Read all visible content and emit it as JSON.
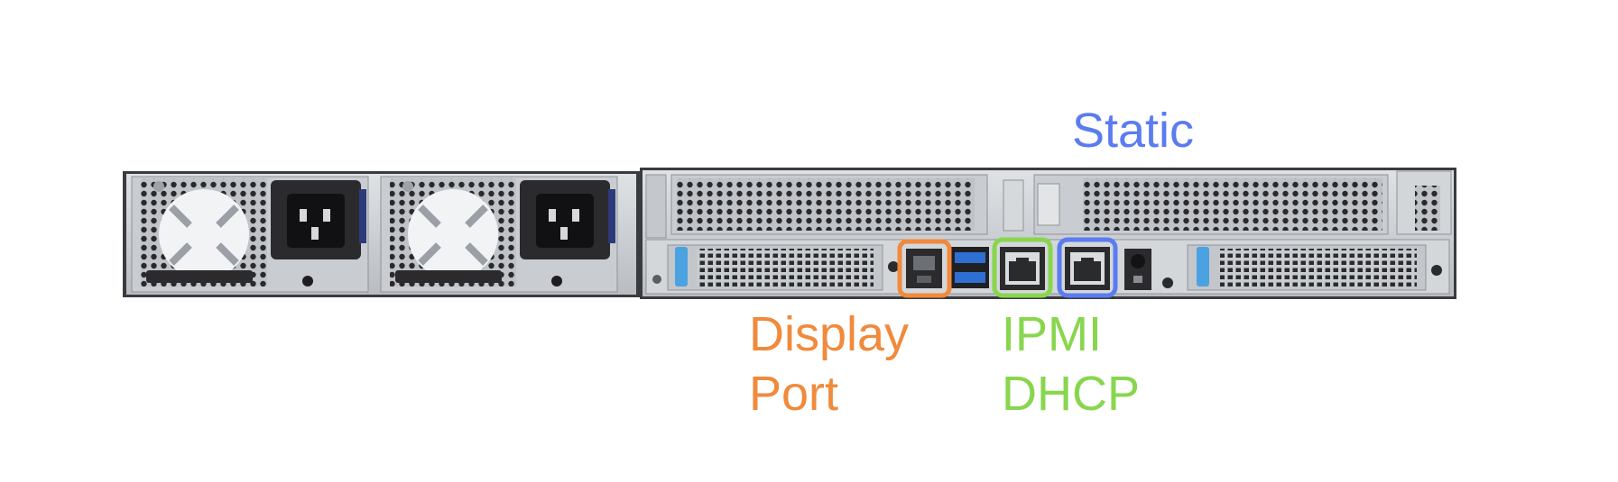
{
  "annotations": {
    "display_port": {
      "line1": "Display",
      "line2": "Port",
      "color": "#F08A3C",
      "icon": "mini-displayport-connector"
    },
    "ipmi": {
      "line1": "IPMI",
      "line2": "DHCP",
      "color": "#88D64E",
      "icon": "rj45-port"
    },
    "static": {
      "label": "Static",
      "color": "#5B7BF0",
      "icon": "rj45-port"
    }
  },
  "chassis": {
    "color_body": "#cfd2d6",
    "color_dark": "#2b2b2e",
    "color_tab": "#4aa3e0"
  }
}
